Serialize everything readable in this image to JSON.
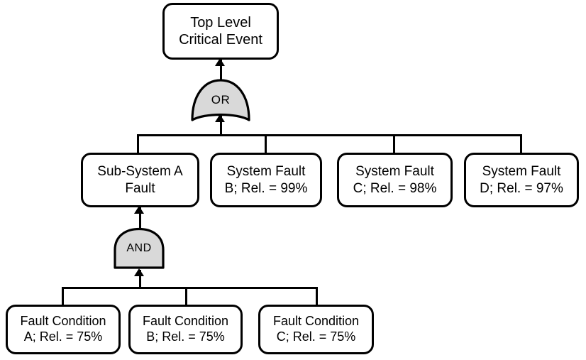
{
  "diagram": {
    "type": "fault-tree",
    "title_present": false,
    "colors": {
      "background": "#ffffff",
      "outline": "#000000",
      "gate_fill": "#d9d9d9",
      "text": "#000000"
    },
    "top_event": {
      "id": "top-level-critical-event",
      "line1": "Top Level",
      "line2": "Critical Event"
    },
    "gates": [
      {
        "id": "or-gate",
        "label": "OR",
        "type": "or",
        "inputs": 4
      },
      {
        "id": "and-gate",
        "label": "AND",
        "type": "and",
        "inputs": 3
      }
    ],
    "level2": [
      {
        "id": "sub-system-a-fault",
        "line1": "Sub-System A",
        "line2": "Fault"
      },
      {
        "id": "system-fault-b",
        "line1": "System Fault",
        "line2": "B; Rel. = 99%",
        "reliability": "99%"
      },
      {
        "id": "system-fault-c",
        "line1": "System Fault",
        "line2": "C; Rel. = 98%",
        "reliability": "98%"
      },
      {
        "id": "system-fault-d",
        "line1": "System Fault",
        "line2": "D; Rel. = 97%",
        "reliability": "97%"
      }
    ],
    "level3": [
      {
        "id": "fault-condition-a",
        "line1": "Fault Condition",
        "line2": "A; Rel. = 75%",
        "reliability": "75%"
      },
      {
        "id": "fault-condition-b",
        "line1": "Fault Condition",
        "line2": "B; Rel. = 75%",
        "reliability": "75%"
      },
      {
        "id": "fault-condition-c",
        "line1": "Fault Condition",
        "line2": "C; Rel. = 75%",
        "reliability": "75%"
      }
    ]
  }
}
